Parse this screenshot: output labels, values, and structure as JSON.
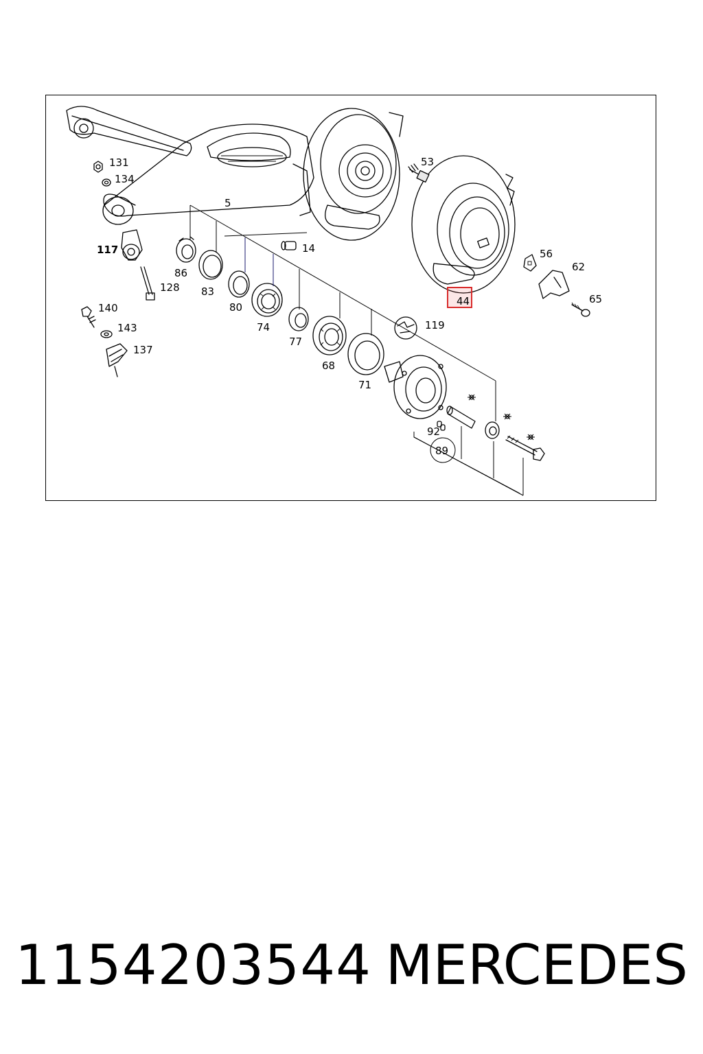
{
  "callouts": [
    {
      "id": "131",
      "bold": false
    },
    {
      "id": "134",
      "bold": false
    },
    {
      "id": "5",
      "bold": false
    },
    {
      "id": "117",
      "bold": true
    },
    {
      "id": "86",
      "bold": false
    },
    {
      "id": "83",
      "bold": false
    },
    {
      "id": "80",
      "bold": false
    },
    {
      "id": "74",
      "bold": false
    },
    {
      "id": "77",
      "bold": false
    },
    {
      "id": "68",
      "bold": false
    },
    {
      "id": "71",
      "bold": false
    },
    {
      "id": "14",
      "bold": false
    },
    {
      "id": "53",
      "bold": false
    },
    {
      "id": "56",
      "bold": false
    },
    {
      "id": "62",
      "bold": false
    },
    {
      "id": "65",
      "bold": false
    },
    {
      "id": "44",
      "bold": false,
      "highlighted": true
    },
    {
      "id": "119",
      "bold": false
    },
    {
      "id": "128",
      "bold": false
    },
    {
      "id": "140",
      "bold": false
    },
    {
      "id": "143",
      "bold": false
    },
    {
      "id": "137",
      "bold": false
    },
    {
      "id": "92",
      "bold": false
    },
    {
      "id": "89",
      "bold": false,
      "circled": true
    }
  ],
  "highlight_color": "#d92b2b",
  "footer": {
    "part_number": "1154203544",
    "brand": "MERCEDES"
  }
}
